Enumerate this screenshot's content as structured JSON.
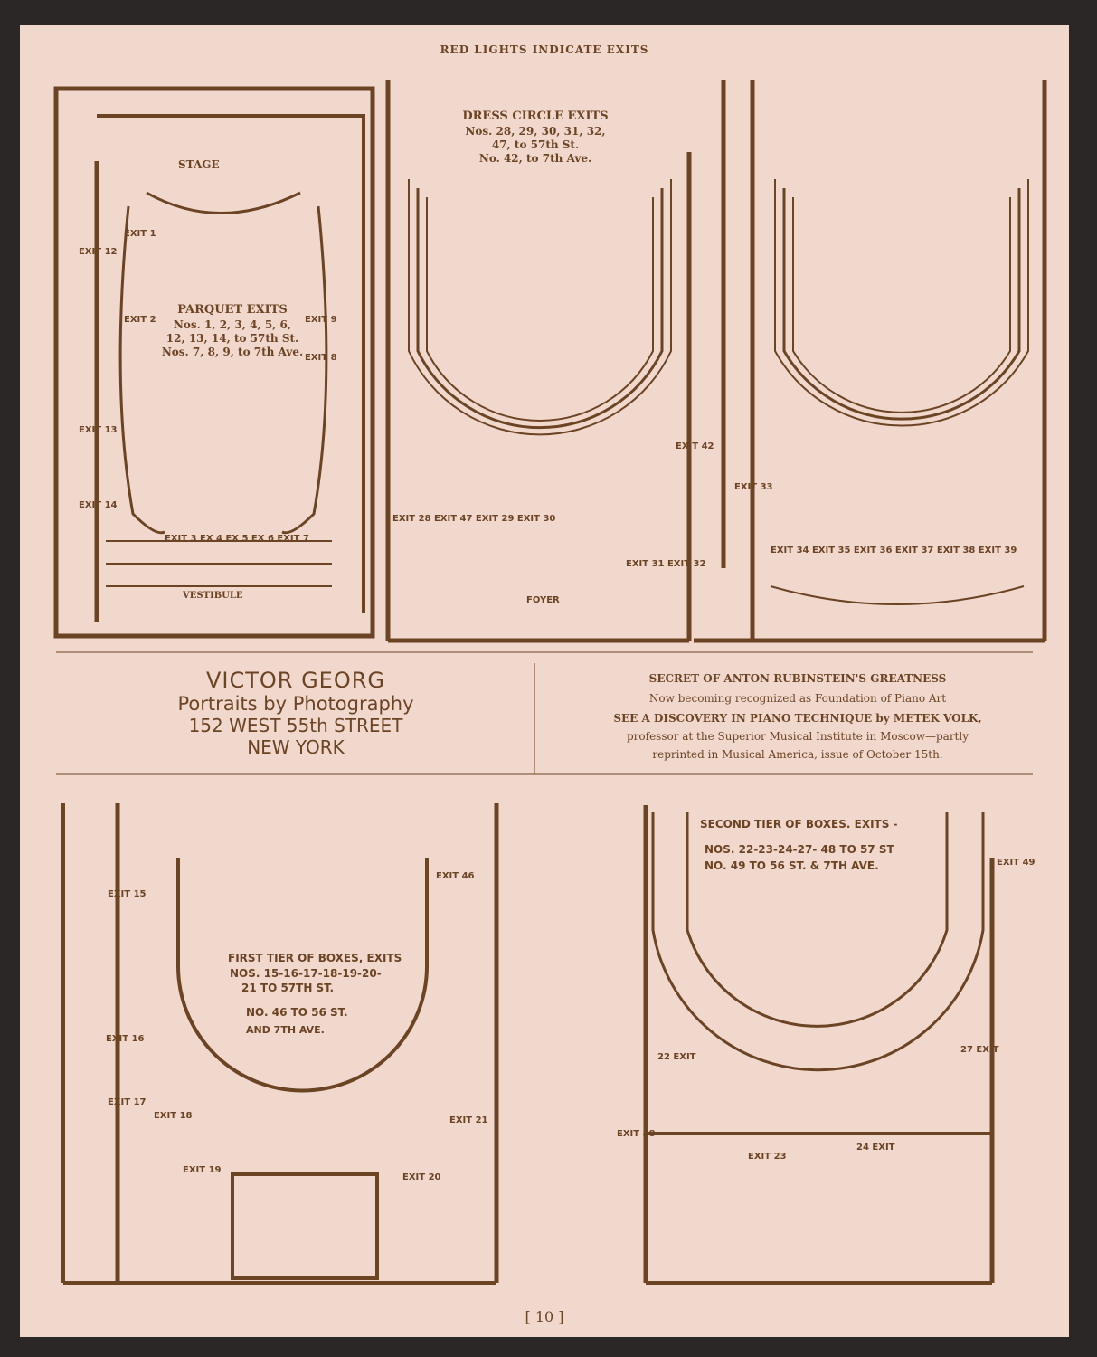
{
  "header": "RED LIGHTS INDICATE EXITS",
  "parquet": {
    "stage": "STAGE",
    "title": "PARQUET EXITS",
    "line1": "Nos. 1, 2, 3, 4, 5, 6,",
    "line2": "12, 13, 14, to 57th St.",
    "line3": "Nos. 7, 8, 9, to 7th Ave.",
    "vestibule": "VESTIBULE",
    "exits": [
      "EXIT 1",
      "EXIT 12",
      "EXIT 2",
      "EXIT 9",
      "EXIT 8",
      "EXIT 13",
      "EXIT 14",
      "EXIT 3 EX 4 EX 5 EX 6 EXIT 7"
    ]
  },
  "dress_circle": {
    "title": "DRESS CIRCLE EXITS",
    "line1": "Nos. 28, 29, 30, 31, 32,",
    "line2": "47, to 57th St.",
    "line3": "No. 42, to 7th Ave.",
    "foyer": "FOYER",
    "exits_left": "EXIT 28  EXIT 47  EXIT 29  EXIT 30",
    "exits_right": "EXIT 31  EXIT 32",
    "exit_42": "EXIT 42",
    "exit_33": "EXIT 33",
    "exits_34_39": "EXIT 34  EXIT 35  EXIT 36  EXIT 37  EXIT 38  EXIT 39"
  },
  "first_tier": {
    "title": "FIRST TIER OF BOXES, EXITS",
    "line1": "NOS. 15-16-17-18-19-20-",
    "line2": "21 TO 57TH ST.",
    "line3": "NO. 46 TO 56 ST.",
    "line4": "AND 7TH AVE.",
    "exits": [
      "EXIT 15",
      "EXIT 46",
      "EXIT 16",
      "EXIT 17",
      "EXIT 18",
      "EXIT 19",
      "EXIT 21",
      "EXIT 20"
    ]
  },
  "second_tier": {
    "title": "SECOND TIER OF BOXES. EXITS -",
    "line1": "NOS. 22-23-24-27- 48 TO 57 ST",
    "line2": "NO. 49 TO 56 ST. & 7TH AVE.",
    "exits": [
      "EXIT 49",
      "22 EXIT",
      "27 EXIT",
      "EXIT 48",
      "EXIT 23",
      "24 EXIT"
    ]
  },
  "ad_left": {
    "name": "VICTOR GEORG",
    "tagline": "Portraits by Photography",
    "address": "152 WEST 55th STREET",
    "city": "NEW YORK"
  },
  "ad_right": {
    "headline": "SECRET OF ANTON RUBINSTEIN'S GREATNESS",
    "subhead": "Now becoming recognized as Foundation of Piano Art",
    "discovery": "SEE A DISCOVERY IN PIANO TECHNIQUE by METEK VOLK,",
    "line1": "professor at the Superior Musical Institute in Moscow—partly",
    "line2": "reprinted in Musical America, issue of October 15th."
  },
  "page_number": "[ 10 ]"
}
